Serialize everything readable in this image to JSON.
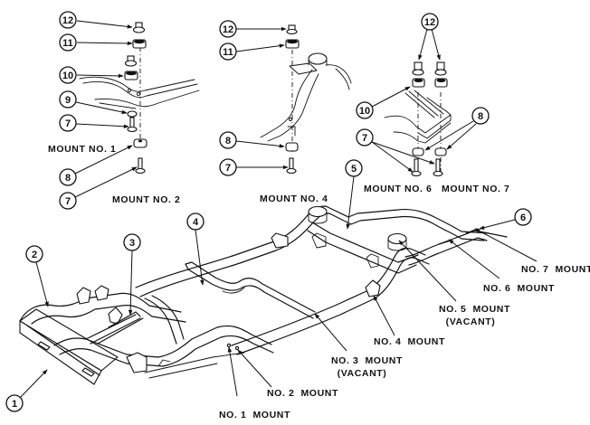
{
  "diagram": {
    "title": "Vehicle frame body mount locations (exploded view)",
    "callouts": [
      {
        "id": "c1",
        "number": "1"
      },
      {
        "id": "c2",
        "number": "2"
      },
      {
        "id": "c3",
        "number": "3"
      },
      {
        "id": "c4",
        "number": "4"
      },
      {
        "id": "c5",
        "number": "5"
      },
      {
        "id": "c6",
        "number": "6"
      },
      {
        "id": "m12a",
        "number": "12"
      },
      {
        "id": "m11a",
        "number": "11"
      },
      {
        "id": "m10a",
        "number": "10"
      },
      {
        "id": "m9a",
        "number": "9"
      },
      {
        "id": "m7a",
        "number": "7"
      },
      {
        "id": "m8a",
        "number": "8"
      },
      {
        "id": "m7b",
        "number": "7"
      },
      {
        "id": "m12b",
        "number": "12"
      },
      {
        "id": "m11b",
        "number": "11"
      },
      {
        "id": "m8b",
        "number": "8"
      },
      {
        "id": "m7c",
        "number": "7"
      },
      {
        "id": "m12c",
        "number": "12"
      },
      {
        "id": "m10c",
        "number": "10"
      },
      {
        "id": "m8c",
        "number": "8"
      },
      {
        "id": "m7d",
        "number": "7"
      }
    ],
    "detail_labels": {
      "mount1": "MOUNT NO. 1",
      "mount2": "MOUNT NO. 2",
      "mount4": "MOUNT NO. 4",
      "mount6": "MOUNT NO. 6",
      "mount7": "MOUNT NO. 7"
    },
    "frame_labels": {
      "no1": "NO. 1  MOUNT",
      "no2": "NO. 2  MOUNT",
      "no3": "NO. 3  MOUNT",
      "no3_sub": "(VACANT)",
      "no4": "NO. 4  MOUNT",
      "no5": "NO. 5  MOUNT",
      "no5_sub": "(VACANT)",
      "no6": "NO. 6  MOUNT",
      "no7": "NO. 7  MOUNT"
    }
  }
}
